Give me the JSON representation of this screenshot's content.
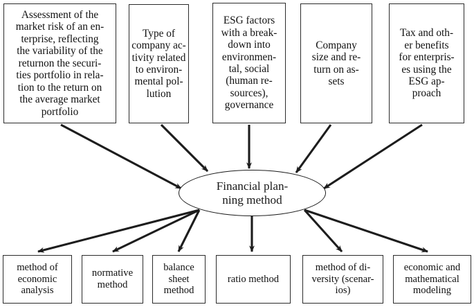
{
  "diagram": {
    "title": "Financial planning method influence diagram",
    "center": {
      "label": "Financial plan-\nning method",
      "shape": "ellipse"
    },
    "inputs": [
      {
        "id": "market-risk-assessment",
        "label": "Assessment of the\nmarket risk of an en-\nterprise, reflecting\nthe variability of the\nreturnon the securi-\nties portfolio in rela-\ntion to the return on\nthe average market\nportfolio"
      },
      {
        "id": "company-activity-type",
        "label": "Type of\ncompany ac-\ntivity related\nto environ-\nmental pol-\nlution"
      },
      {
        "id": "esg-factors",
        "label": "ESG factors\nwith a break-\ndown into\nenvironmen-\ntal, social\n(human re-\nsources),\ngovernance"
      },
      {
        "id": "company-size-roa",
        "label": "Company\nsize and re-\nturn on as-\nsets"
      },
      {
        "id": "tax-benefits",
        "label": "Tax and oth-\ner benefits\nfor enterpris-\nes using the\nESG ap-\nproach"
      }
    ],
    "methods": [
      {
        "id": "economic-analysis",
        "label": "method of\neconomic\nanalysis"
      },
      {
        "id": "normative-method",
        "label": "normative\nmethod"
      },
      {
        "id": "balance-sheet-method",
        "label": "balance\nsheet\nmethod"
      },
      {
        "id": "ratio-method",
        "label": "ratio method"
      },
      {
        "id": "diversity-scenarios",
        "label": "method of di-\nversity (scenar-\nios)"
      },
      {
        "id": "economic-mathematical-modeling",
        "label": "economic and\nmathematical\nmodeling"
      }
    ],
    "colors": {
      "stroke": "#2b2b2b",
      "text": "#111111",
      "background": "#ffffff"
    }
  }
}
